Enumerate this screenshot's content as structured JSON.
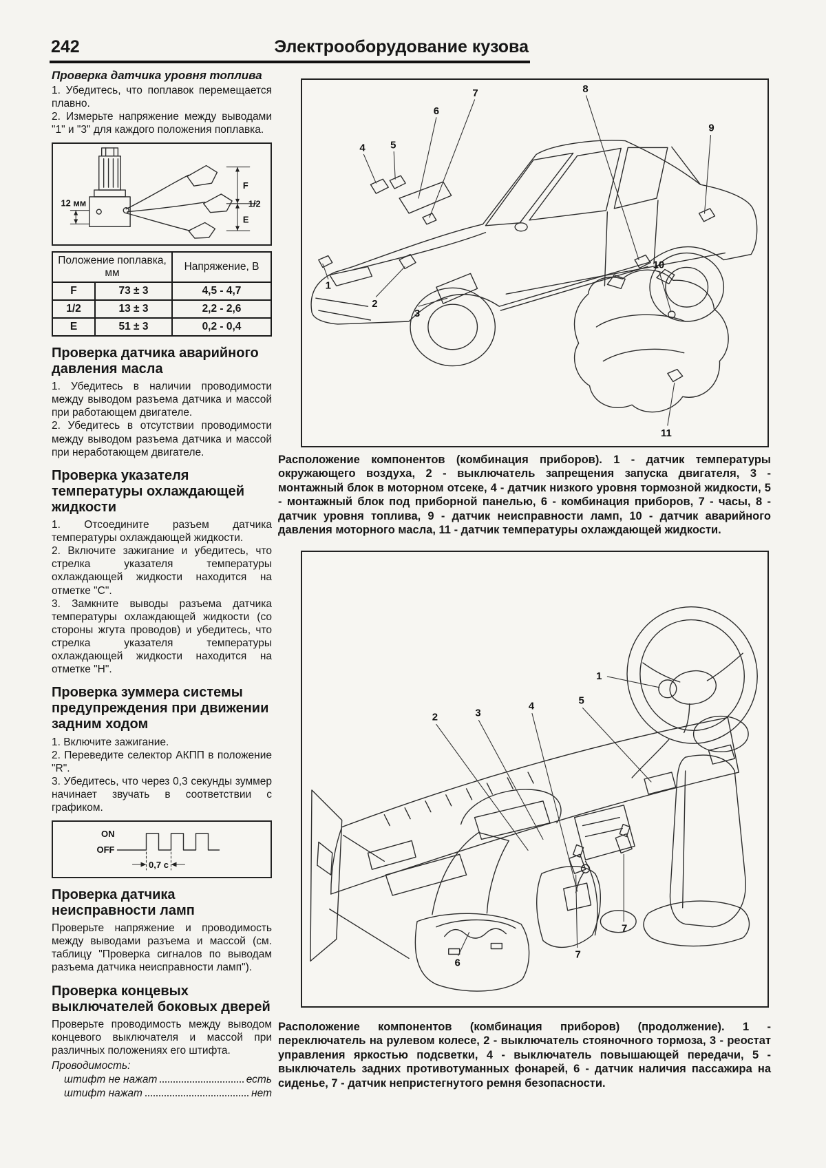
{
  "header": {
    "page_number": "242",
    "title": "Электрооборудование кузова"
  },
  "left": {
    "fuel_level": {
      "title": "Проверка датчика уровня топлива",
      "steps": [
        "1. Убедитесь, что поплавок перемещается плавно.",
        "2. Измерьте напряжение между выводами \"1\" и \"3\" для каждого положения поплавка."
      ]
    },
    "float_figure": {
      "dim_label": "12 мм",
      "pos_f": "F",
      "pos_half": "1/2",
      "pos_e": "E"
    },
    "float_table": {
      "header_position": "Положение поплавка, мм",
      "header_voltage": "Напряжение, В",
      "rows": [
        {
          "pos": "F",
          "mm": "73 ± 3",
          "volts": "4,5 - 4,7"
        },
        {
          "pos": "1/2",
          "mm": "13 ± 3",
          "volts": "2,2 - 2,6"
        },
        {
          "pos": "E",
          "mm": "51 ± 3",
          "volts": "0,2 - 0,4"
        }
      ]
    },
    "oil_pressure": {
      "title": "Проверка датчика аварийного давления масла",
      "steps": [
        "1. Убедитесь в наличии проводимости между выводом разъема датчика и массой при работающем двигателе.",
        "2. Убедитесь в отсутствии проводимости между выводом разъема датчика и массой при неработающем двигателе."
      ]
    },
    "coolant_temp": {
      "title": "Проверка указателя температуры охлаждающей жидкости",
      "steps": [
        "1. Отсоедините разъем датчика температуры охлаждающей жидкости.",
        "2. Включите зажигание и убедитесь, что стрелка указателя температуры охлаждающей жидкости находится на отметке \"C\".",
        "3. Замкните выводы разъема датчика температуры охлаждающей жидкости (со стороны жгута проводов) и убедитесь, что стрелка указателя температуры охлаждающей жидкости находится на отметке \"H\"."
      ]
    },
    "reverse_buzzer": {
      "title": "Проверка зуммера системы предупреждения при движении задним ходом",
      "steps": [
        "1. Включите зажигание.",
        "2. Переведите селектор АКПП в положение \"R\".",
        "3. Убедитесь, что через 0,3 секунды зуммер начинает звучать в соответствии с графиком."
      ]
    },
    "buzzer_figure": {
      "on_label": "ON",
      "off_label": "OFF",
      "period_label": "0,7 с"
    },
    "lamp_failure": {
      "title": "Проверка датчика неисправности ламп",
      "body": "Проверьте напряжение и проводимость между выводами разъема и массой (см. таблицу \"Проверка сигналов по выводам разъема датчика неисправности ламп\")."
    },
    "door_switches": {
      "title": "Проверка концевых выключателей боковых дверей",
      "body": "Проверьте проводимость между выводом концевого выключателя и массой при различных положениях его штифта.",
      "conductivity_label": "Проводимость:",
      "specs": [
        {
          "label": "штифт не нажат",
          "value": "есть"
        },
        {
          "label": "штифт нажат",
          "value": "нет"
        }
      ]
    }
  },
  "figure1": {
    "caption": "Расположение компонентов (комбинация приборов). 1 - датчик температуры окружающего воздуха, 2 - выключатель запрещения запуска двигателя, 3 - монтажный блок в моторном отсеке, 4 - датчик низкого уровня тормозной жидкости, 5 - монтажный блок под приборной панелью, 6 - комбинация приборов, 7 - часы, 8 - датчик уровня топлива, 9 - датчик неисправности ламп, 10 - датчик аварийного давления моторного масла, 11 - датчик температуры охлаждающей жидкости.",
    "callouts": {
      "c1": "1",
      "c2": "2",
      "c3": "3",
      "c4": "4",
      "c5": "5",
      "c6": "6",
      "c7": "7",
      "c8": "8",
      "c9": "9",
      "c10": "10",
      "c11": "11"
    }
  },
  "figure2": {
    "caption": "Расположение компонентов (комбинация приборов) (продолжение). 1 - переключатель на рулевом колесе, 2 - выключатель стояночного тормоза, 3 - реостат управления яркостью подсветки, 4 - выключатель повышающей передачи, 5 - выключатель задних противотуманных фонарей, 6 - датчик наличия пассажира на сиденье, 7 - датчик непристегнутого ремня безопасности.",
    "callouts": {
      "c1": "1",
      "c2": "2",
      "c3": "3",
      "c4": "4",
      "c5": "5",
      "c6": "6",
      "c7a": "7",
      "c7b": "7"
    }
  }
}
